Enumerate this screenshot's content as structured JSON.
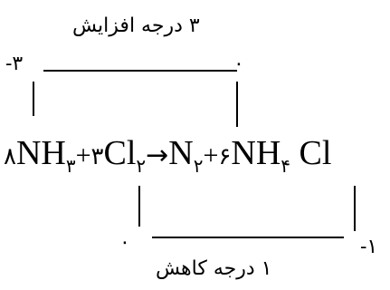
{
  "labels": {
    "increase_text": "۳ درجه افزایش",
    "decrease_text": "۱ درجه کاهش"
  },
  "oxidation_states": {
    "nitrogen_in_ammonia": "-۳",
    "nitrogen_in_n2": "۰",
    "chlorine_in_cl2": "۰",
    "chlorine_in_nh4cl": "-۱"
  },
  "equation": {
    "coef_nh3": "۸",
    "nh3_main": "NH",
    "nh3_sub": "۳",
    "plus1": "+",
    "coef_cl2": "۳",
    "cl2_main": "Cl",
    "cl2_sub": "۲",
    "arrow": "→",
    "n2_main": "N",
    "n2_sub": "۲",
    "plus2": "+",
    "coef_nh4cl": "۶",
    "nh4cl_main": "NH",
    "nh4cl_sub": "۴",
    "nh4cl_tail": " Cl"
  }
}
